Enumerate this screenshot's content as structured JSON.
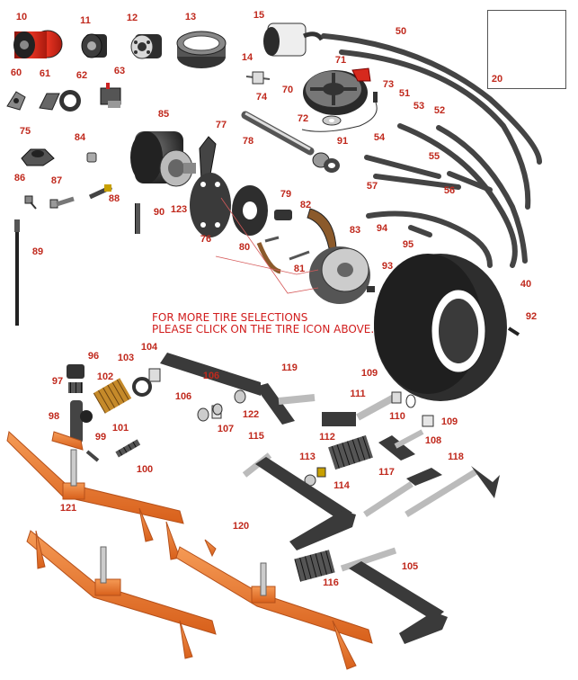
{
  "notice": {
    "line1": "FOR MORE TIRE SELECTIONS",
    "line2": "PLEASE CLICK ON THE TIRE ICON ABOVE."
  },
  "inset_label": "20",
  "colors": {
    "label_red": "#c0291d",
    "frame_orange": "#e8742a",
    "part_dark": "#3a3a3a",
    "filter_red": "#d9261c"
  },
  "parts": [
    {
      "id": "10",
      "label": "10",
      "icon": "oil-filter-icon"
    },
    {
      "id": "11",
      "label": "11",
      "icon": "fuel-filter-icon"
    },
    {
      "id": "12",
      "label": "12",
      "icon": "hydraulic-filter-icon"
    },
    {
      "id": "13",
      "label": "13",
      "icon": "air-filter-element-icon"
    },
    {
      "id": "14",
      "label": "14",
      "icon": "inline-fuel-filter-icon"
    },
    {
      "id": "15",
      "label": "15",
      "icon": "air-cleaner-icon"
    },
    {
      "id": "20",
      "label": "20",
      "icon": "filter-kit-icon"
    },
    {
      "id": "40",
      "label": "40",
      "icon": "tire-icon"
    },
    {
      "id": "50",
      "label": "50",
      "icon": "hose-icon"
    },
    {
      "id": "51",
      "label": "51",
      "icon": "hose-icon"
    },
    {
      "id": "52",
      "label": "52",
      "icon": "hose-icon"
    },
    {
      "id": "53",
      "label": "53",
      "icon": "hose-icon"
    },
    {
      "id": "54",
      "label": "54",
      "icon": "hose-icon"
    },
    {
      "id": "55",
      "label": "55",
      "icon": "hose-icon"
    },
    {
      "id": "56",
      "label": "56",
      "icon": "hose-icon"
    },
    {
      "id": "57",
      "label": "57",
      "icon": "hose-icon"
    },
    {
      "id": "60",
      "label": "60",
      "icon": "switch-icon"
    },
    {
      "id": "61",
      "label": "61",
      "icon": "switch-icon"
    },
    {
      "id": "62",
      "label": "62",
      "icon": "seal-icon"
    },
    {
      "id": "63",
      "label": "63",
      "icon": "relay-icon"
    },
    {
      "id": "70",
      "label": "70",
      "icon": "pulley-icon"
    },
    {
      "id": "71",
      "label": "71",
      "icon": "bracket-icon"
    },
    {
      "id": "72",
      "label": "72",
      "icon": "washer-icon"
    },
    {
      "id": "73",
      "label": "73",
      "icon": "sensor-icon"
    },
    {
      "id": "74",
      "label": "74",
      "icon": "shaft-icon"
    },
    {
      "id": "75",
      "label": "75",
      "icon": "mount-icon"
    },
    {
      "id": "76",
      "label": "76",
      "icon": "brake-assembly-icon"
    },
    {
      "id": "77",
      "label": "77",
      "icon": "lever-icon"
    },
    {
      "id": "78",
      "label": "78",
      "icon": "backing-plate-icon"
    },
    {
      "id": "79",
      "label": "79",
      "icon": "cylinder-icon"
    },
    {
      "id": "80",
      "label": "80",
      "icon": "spring-icon"
    },
    {
      "id": "81",
      "label": "81",
      "icon": "adjuster-icon"
    },
    {
      "id": "82",
      "label": "82",
      "icon": "brake-shoe-icon"
    },
    {
      "id": "83",
      "label": "83",
      "icon": "brake-drum-icon"
    },
    {
      "id": "84",
      "label": "84",
      "icon": "nut-icon"
    },
    {
      "id": "85",
      "label": "85",
      "icon": "wheel-motor-icon"
    },
    {
      "id": "86",
      "label": "86",
      "icon": "screw-icon"
    },
    {
      "id": "87",
      "label": "87",
      "icon": "bolt-icon"
    },
    {
      "id": "88",
      "label": "88",
      "icon": "stud-icon"
    },
    {
      "id": "89",
      "label": "89",
      "icon": "cable-icon"
    },
    {
      "id": "90",
      "label": "90",
      "icon": "spring-icon"
    },
    {
      "id": "91",
      "label": "91",
      "icon": "bearing-icon"
    },
    {
      "id": "92",
      "label": "92",
      "icon": "valve-stem-icon"
    },
    {
      "id": "93",
      "label": "93",
      "icon": "lug-bolt-icon"
    },
    {
      "id": "94",
      "label": "94",
      "icon": "fitting-icon"
    },
    {
      "id": "95",
      "label": "95",
      "icon": "fitting-icon"
    },
    {
      "id": "96",
      "label": "96",
      "icon": "cap-icon"
    },
    {
      "id": "97",
      "label": "97",
      "icon": "spring-icon"
    },
    {
      "id": "98",
      "label": "98",
      "icon": "cylinder-icon"
    },
    {
      "id": "99",
      "label": "99",
      "icon": "pin-icon"
    },
    {
      "id": "100",
      "label": "100",
      "icon": "frame-icon"
    },
    {
      "id": "101",
      "label": "101",
      "icon": "spring-icon"
    },
    {
      "id": "102",
      "label": "102",
      "icon": "spring-icon"
    },
    {
      "id": "103",
      "label": "103",
      "icon": "clamp-icon"
    },
    {
      "id": "104",
      "label": "104",
      "icon": "bushing-icon"
    },
    {
      "id": "105",
      "label": "105",
      "icon": "arm-icon"
    },
    {
      "id": "106a",
      "label": "106",
      "icon": "washer-icon"
    },
    {
      "id": "106b",
      "label": "106",
      "icon": "washer-icon"
    },
    {
      "id": "107",
      "label": "107",
      "icon": "bushing-icon"
    },
    {
      "id": "108",
      "label": "108",
      "icon": "bracket-icon"
    },
    {
      "id": "109a",
      "label": "109",
      "icon": "bushing-icon"
    },
    {
      "id": "109b",
      "label": "109",
      "icon": "bushing-icon"
    },
    {
      "id": "110",
      "label": "110",
      "icon": "washer-icon"
    },
    {
      "id": "111",
      "label": "111",
      "icon": "shaft-icon"
    },
    {
      "id": "112",
      "label": "112",
      "icon": "spring-icon"
    },
    {
      "id": "113",
      "label": "113",
      "icon": "bushing-icon"
    },
    {
      "id": "114",
      "label": "114",
      "icon": "washer-icon"
    },
    {
      "id": "115",
      "label": "115",
      "icon": "arm-icon"
    },
    {
      "id": "116",
      "label": "116",
      "icon": "spring-icon"
    },
    {
      "id": "117",
      "label": "117",
      "icon": "shaft-icon"
    },
    {
      "id": "118",
      "label": "118",
      "icon": "shaft-icon"
    },
    {
      "id": "119",
      "label": "119",
      "icon": "arm-icon"
    },
    {
      "id": "120",
      "label": "120",
      "icon": "frame-icon"
    },
    {
      "id": "121",
      "label": "121",
      "icon": "frame-icon"
    },
    {
      "id": "122",
      "label": "122",
      "icon": "washer-icon"
    },
    {
      "id": "123",
      "label": "123",
      "icon": "plate-icon"
    }
  ]
}
